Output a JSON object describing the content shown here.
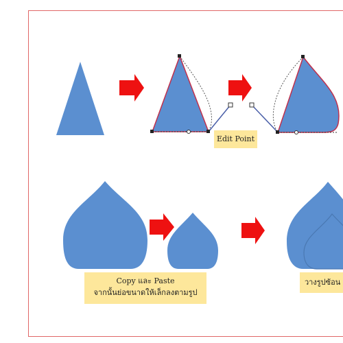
{
  "captions": {
    "edit_point": "Edit Point",
    "copy_paste_line1": "Copy และ Paste",
    "copy_paste_line2": "จากนั้นย่อขนาดให้เล็กลงตามรูป",
    "place_overlap": "วางรูปซ้อน"
  },
  "colors": {
    "shape_fill": "#5b8fd0",
    "shape_outline": "#4a78b2",
    "arrow_fill": "#ee1111",
    "caption_bg": "#fde79b",
    "frame_border": "#e06666",
    "edit_path": "#c0304c",
    "guide_line": "#4a5fa8"
  },
  "icons": [
    "right-arrow-icon"
  ]
}
